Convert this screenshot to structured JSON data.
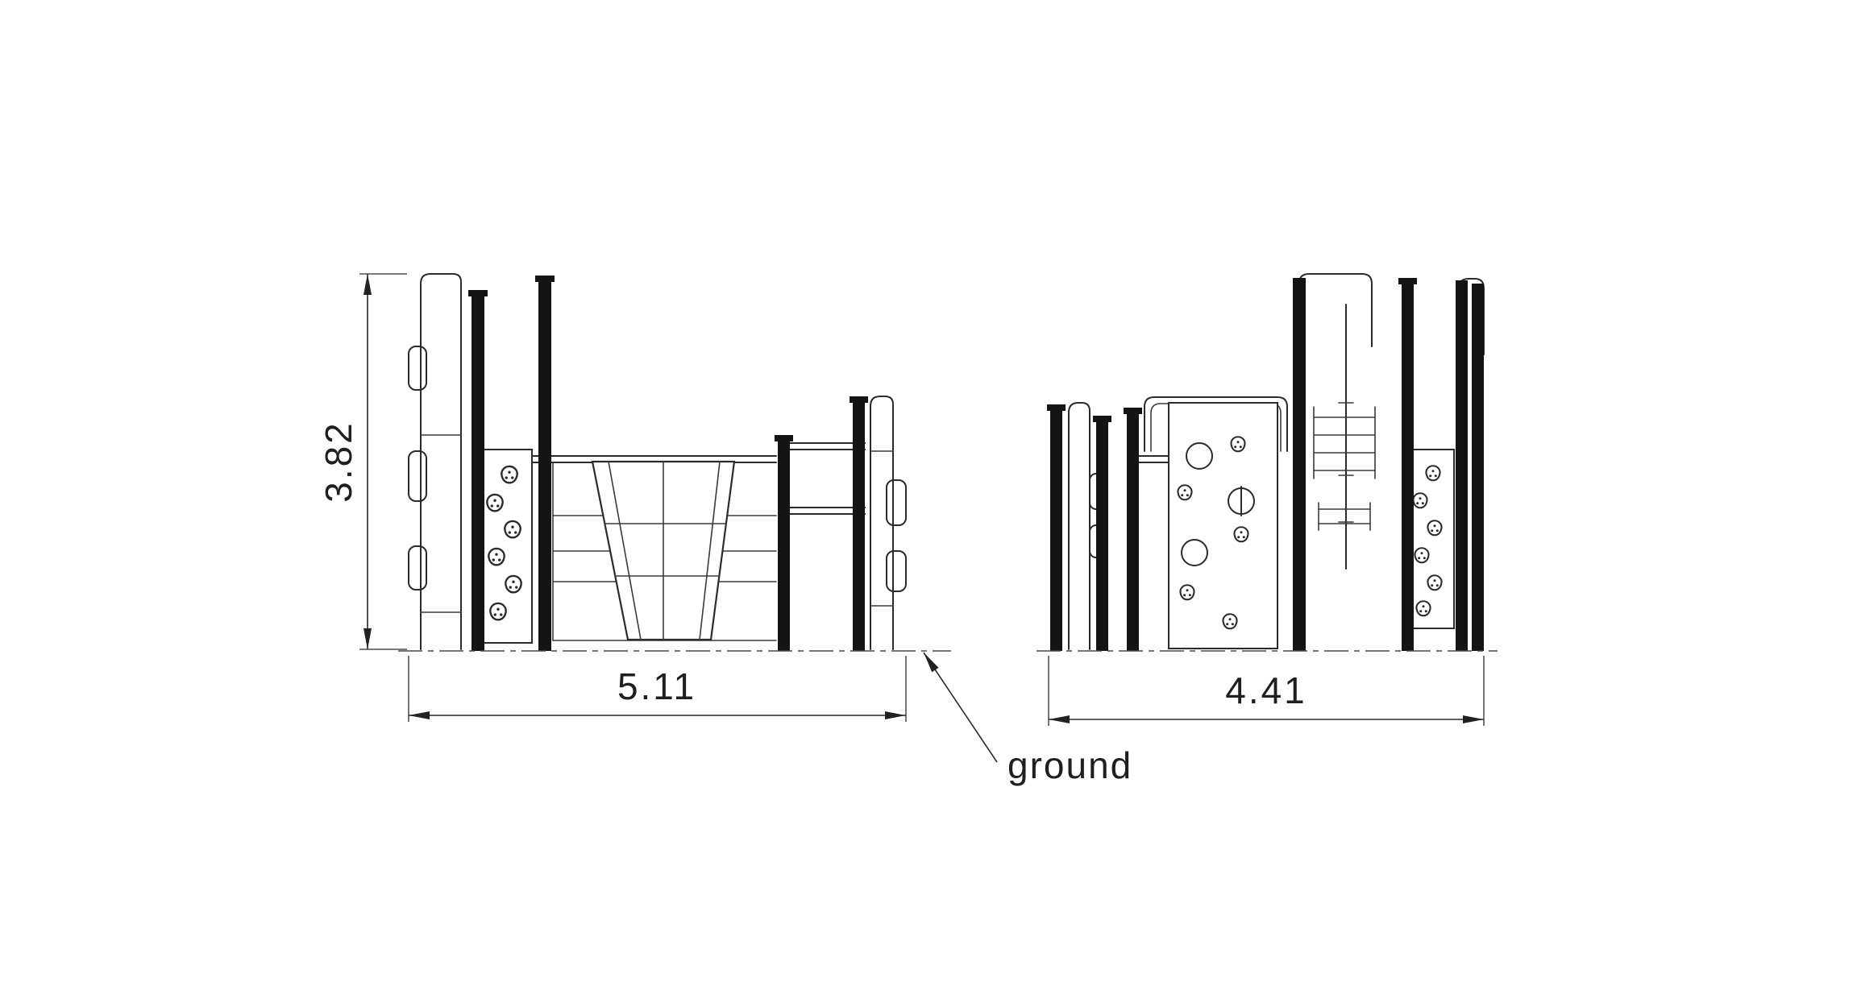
{
  "page": {
    "background_color": "#ffffff"
  },
  "drawing": {
    "kind": "playground-equipment-elevation",
    "line_color": "#2b2b2b",
    "post_color": "#141414",
    "views": {
      "front": {
        "height_label": "3.82",
        "width_label": "5.11"
      },
      "side": {
        "width_label": "4.41"
      }
    },
    "annotations": {
      "ground": "ground"
    }
  }
}
